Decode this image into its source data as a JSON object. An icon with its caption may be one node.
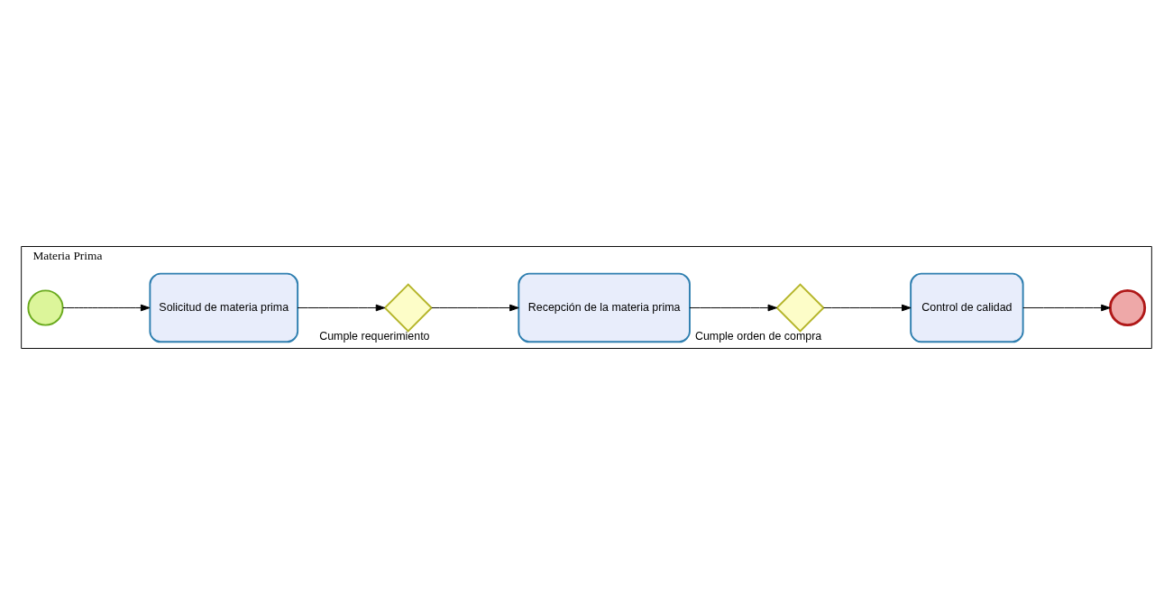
{
  "diagram": {
    "nodes": [
      {
        "text": [
          "Materia Prima"
        ]
      },
      {
        "text": [],
        "shape": "circle",
        "in": 0
      },
      {
        "text": [
          "Solicitud de materia prima"
        ],
        "in": 0
      },
      {
        "text": [
          "Cumple requerimiento"
        ],
        "in": 0
      },
      {
        "text": [
          "Recepción de la materia prima"
        ],
        "in": 0
      },
      {
        "text": [
          "Cumple orden de compra"
        ],
        "in": 0
      },
      {
        "text": [
          "Control de calidad"
        ],
        "in": 0
      },
      {
        "text": [],
        "shape": "circle",
        "in": 0
      }
    ],
    "edges": [
      {
        "from": 1,
        "to": 2,
        "arrow": "to"
      },
      {
        "from": 2,
        "to": 3,
        "arrow": "to"
      },
      {
        "from": 3,
        "to": 4,
        "arrow": "to"
      },
      {
        "from": 4,
        "to": 5,
        "arrow": "to"
      },
      {
        "from": 5,
        "to": 6,
        "arrow": "to"
      },
      {
        "from": 6,
        "to": 7,
        "arrow": "to"
      }
    ]
  }
}
